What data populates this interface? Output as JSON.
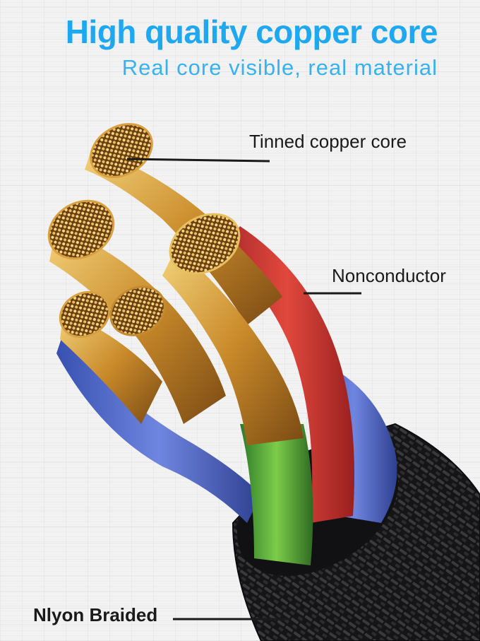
{
  "header": {
    "title": "High quality copper core",
    "subtitle": "Real core visible, real material"
  },
  "labels": {
    "tinned": "Tinned copper core",
    "nonconductor": "Nonconductor",
    "nylon": "Nlyon Braided"
  },
  "colors": {
    "accent": "#1ea8f0",
    "subtitle": "#37b2ee",
    "copper": "#c98a2a",
    "red_wire": "#d23b32",
    "green_wire": "#4aa83a",
    "blue_wire": "#4a64c8",
    "braid": "#1c1c1e"
  }
}
